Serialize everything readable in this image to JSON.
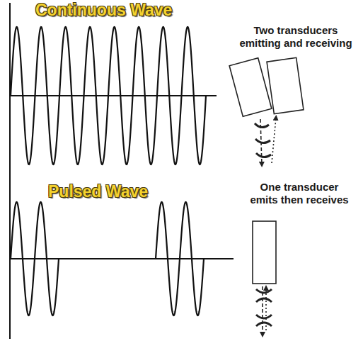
{
  "diagram": {
    "labels": [
      "Continuous Wave",
      "Two transducers emitting and receiving",
      "Pulsed Wave",
      "One transducer emits then receives"
    ]
  }
}
